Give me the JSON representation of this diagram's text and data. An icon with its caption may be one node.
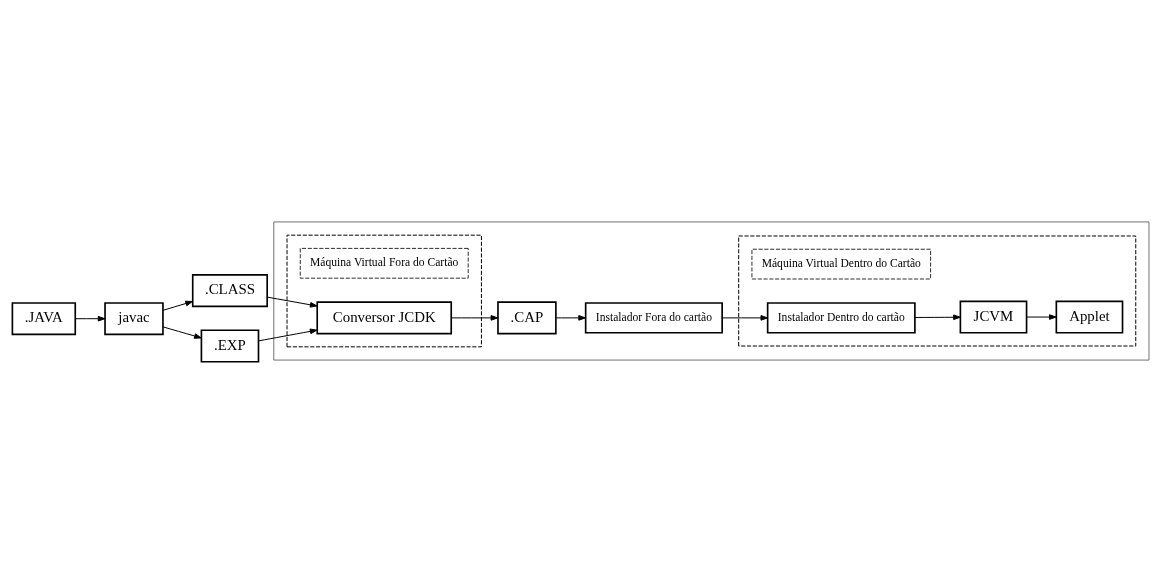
{
  "diagram": {
    "nodes": [
      {
        "text": [
          ".JAVA"
        ]
      },
      {
        "text": [
          "javac"
        ]
      },
      {
        "text": [
          ".CLASS"
        ]
      },
      {
        "text": [
          ".EXP"
        ]
      },
      {
        "text": [],
        "shape": "box"
      },
      {
        "text": [],
        "shape": "box",
        "in": 4
      },
      {
        "text": [
          "Máquina Virtual Fora do Cartão"
        ],
        "in": 5
      },
      {
        "text": [
          "Conversor JCDK"
        ],
        "in": 5
      },
      {
        "text": [],
        "shape": "box",
        "in": 4
      },
      {
        "text": [
          "Máquina Virtual Dentro do Cartão"
        ],
        "in": 8
      },
      {
        "text": [
          "Applet"
        ],
        "in": 8
      },
      {
        "text": [
          "JCVM"
        ],
        "in": 8
      },
      {
        "text": [
          "Instalador Dentro do cartão"
        ],
        "in": 8
      },
      {
        "text": [
          ".CAP"
        ],
        "in": 4
      },
      {
        "text": [
          "Instalador Fora do cartão"
        ],
        "in": 4
      }
    ],
    "edges": [
      {
        "from": 0,
        "to": 1,
        "arrow": "to"
      },
      {
        "from": 1,
        "to": 2,
        "arrow": "to"
      },
      {
        "from": 1,
        "to": 3,
        "arrow": "to"
      },
      {
        "from": 3,
        "to": 7,
        "arrow": "to"
      },
      {
        "from": 2,
        "to": 7,
        "arrow": "to"
      },
      {
        "from": 7,
        "to": 13,
        "arrow": "to"
      },
      {
        "from": 13,
        "to": 14,
        "arrow": "to"
      },
      {
        "from": 14,
        "to": 12,
        "arrow": "to"
      },
      {
        "from": 12,
        "to": 11,
        "arrow": "to"
      },
      {
        "from": 11,
        "to": 10,
        "arrow": "to"
      }
    ]
  }
}
